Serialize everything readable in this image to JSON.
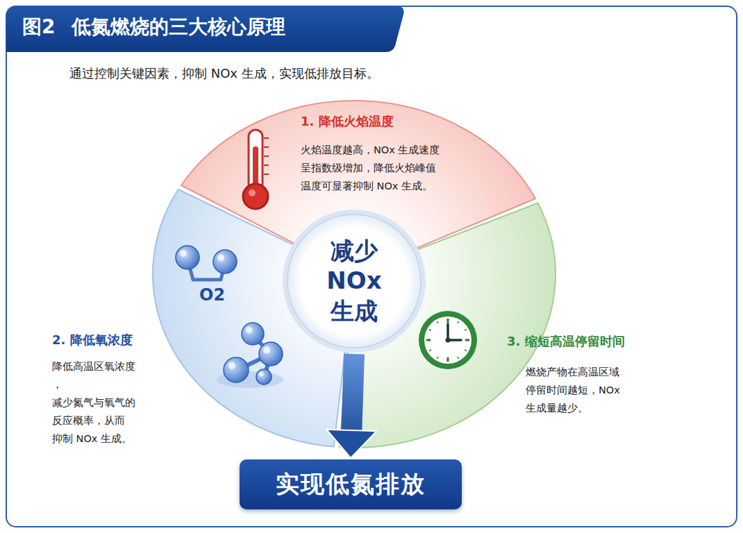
{
  "diagram": {
    "title": "图2 低氮燃烧的三大核心原理",
    "nodes": [
      {
        "text": [
          "1. 降低火焰温度",
          "火焰温度越高，NOx 生成速度 呈指数级增加，降低火焰峰值 温度可显著抑制 NOx 生成。"
        ]
      },
      {
        "text": [
          "2. 降低氧浓度",
          "降低高温区氧浓度， 减少氮气与氧气的 反应概率，从而 抑制 NOx 生成。"
        ]
      },
      {
        "text": [
          "3. 缩短高温停留时间",
          "燃烧产物在高温区域 停留时间越短，NOx 生成量越少。"
        ]
      },
      {
        "text": [
          "减少 NOx 生成"
        ]
      },
      {
        "text": [
          "实现低氮排放"
        ]
      }
    ],
    "edges": [
      {
        "from": 3,
        "to": 4,
        "arrow": "to"
      }
    ],
    "labels": [
      "通过控制关键因素，抑制 NOx 生成，实现低排放目标。",
      "O2"
    ]
  }
}
